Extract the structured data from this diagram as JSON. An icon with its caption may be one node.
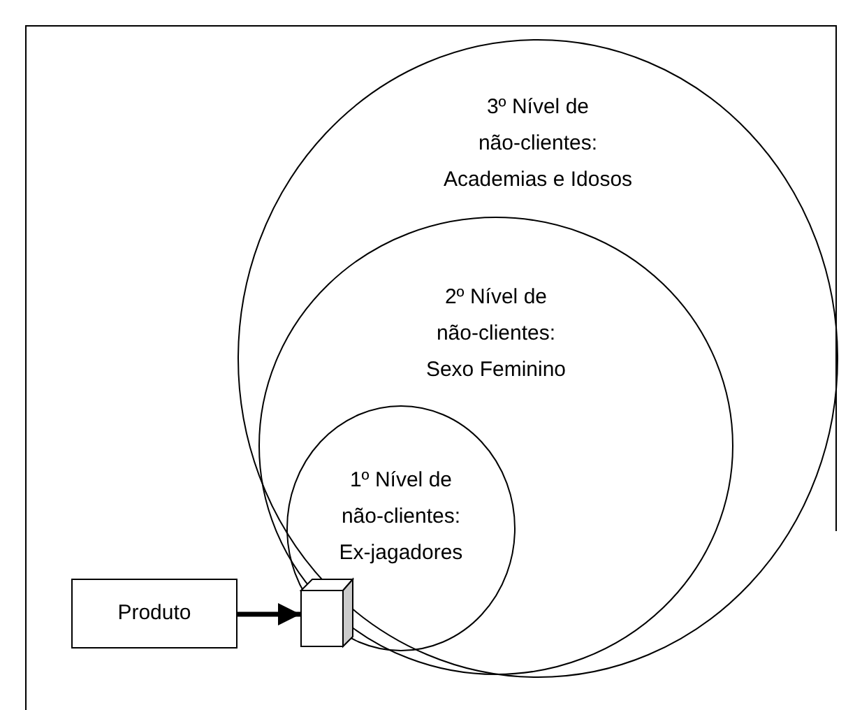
{
  "diagram": {
    "nodes": [
      {
        "text": [
          "3º Nível de não-clientes: Academias e Idosos"
        ]
      },
      {
        "text": [
          "2º Nível de não-clientes: Sexo Feminino"
        ],
        "in": 0
      },
      {
        "text": [
          "1º Nível de não-clientes: Ex-jagadores"
        ],
        "in": 1
      },
      {
        "text": [
          "Produto"
        ]
      },
      {
        "text": [],
        "shape": "box"
      }
    ],
    "edges": [
      {
        "from": 3,
        "to": 4,
        "arrow": "to"
      }
    ]
  }
}
